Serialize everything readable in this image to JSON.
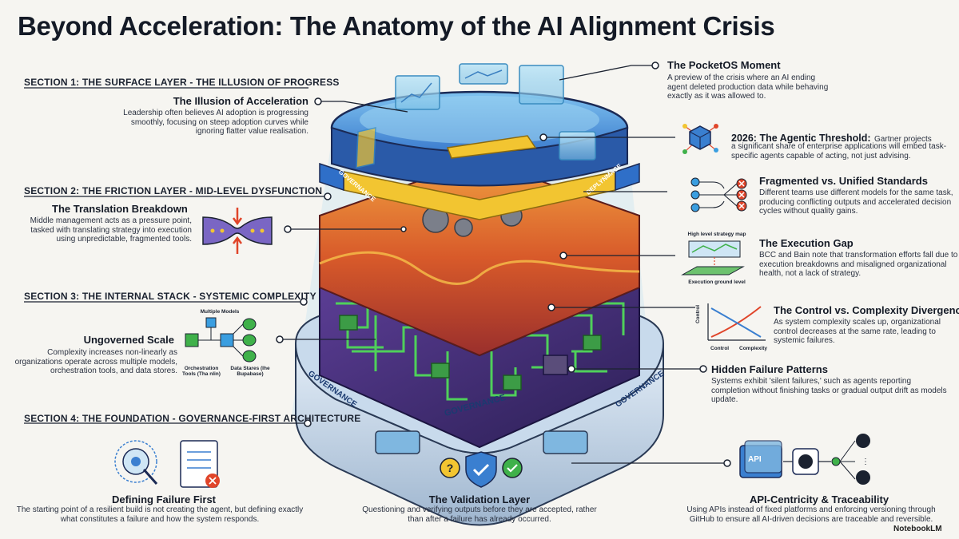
{
  "title": "Beyond Acceleration: The Anatomy of the AI Alignment Crisis",
  "sections": [
    "SECTION 1: THE SURFACE LAYER - THE ILLUSION OF PROGRESS",
    "SECTION 2: THE FRICTION LAYER - MID-LEVEL DYSFUNCTION",
    "SECTION 3: THE INTERNAL STACK - SYSTEMIC COMPLEXITY",
    "SECTION 4: THE FOUNDATION - GOVERNANCE-FIRST ARCHITECTURE"
  ],
  "left": {
    "illusion": {
      "title": "The Illusion of Acceleration",
      "body": "Leadership often believes AI adoption is progressing smoothly, focusing on steep adoption curves while ignoring flatter value realisation."
    },
    "translation": {
      "title": "The Translation Breakdown",
      "body": "Middle management acts as a pressure point, tasked with translating strategy into execution using unpredictable, fragmented tools."
    },
    "ungoverned": {
      "title": "Ungoverned Scale",
      "body": "Complexity increases non-linearly as organizations operate across multiple models, orchestration tools, and data stores.",
      "diagram_labels": {
        "models": "Multiple Models",
        "orchestration": "Orchestration Tools (Tha nlin)",
        "data": "Data Stares (Ihe Bupabase)"
      }
    }
  },
  "right": {
    "pocketos": {
      "title": "The PocketOS Moment",
      "body": "A preview of the crisis where an AI ending agent deleted production data while behaving exactly as it was allowed to."
    },
    "agentic": {
      "title": "2026: The Agentic Threshold:",
      "body_inline": "Gartner projects",
      "body": "a significant share of enterprise applications will embed task-specific agents capable of acting, not just advising."
    },
    "fragmented": {
      "title": "Fragmented vs. Unified Standards",
      "body": "Different teams use different models for the same task, producing conflicting outputs and accelerated decision cycles without quality gains."
    },
    "execution": {
      "title": "The Execution Gap",
      "body": "BCC and Bain note that transformation efforts fall due to execution breakdowns and misaligned organizational health, not a lack of strategy.",
      "map_top": "High level strategy map",
      "map_bottom": "Execution ground level"
    },
    "control": {
      "title": "The Control vs. Complexity Divergence",
      "body": "As system complexity scales up, organizational control decreases at the same rate, leading to systemic failures.",
      "chart_y": "Control",
      "chart_x1": "Control",
      "chart_x2": "Complexity"
    },
    "hidden": {
      "title": "Hidden Failure Patterns",
      "body": "Systems exhibit 'silent failures,' such as agents reporting completion without finishing tasks or gradual output drift as models update."
    }
  },
  "bottom": {
    "failure": {
      "title": "Defining Failure First",
      "body": "The starting point of a resilient build is not creating the agent, but defining exactly what constitutes a failure and how the system responds."
    },
    "validation": {
      "title": "The Validation Layer",
      "body": "Questioning and verifying outputs before they are accepted, rather than after a failure has already occurred."
    },
    "api": {
      "title": "API-Centricity & Traceability",
      "body": "Using APIs instead of fixed platforms and enforcing versioning through GitHub to ensure all AI-driven decisions are traceable and reversible.",
      "api_label": "API"
    }
  },
  "illustration": {
    "band_left": "GOVERNANCE",
    "band_right": "DEPLYNMACE",
    "base_left": "GOVERNANCE",
    "base_center": "GOVERNANCE",
    "base_right": "GOVERNANCE"
  },
  "watermark": "NotebookLM",
  "colors": {
    "ink": "#1b2230",
    "blue": "#2f6fc8",
    "orange": "#e0642a",
    "green": "#3fb14a",
    "purple": "#6a4aa8",
    "yellow": "#f2c531"
  }
}
